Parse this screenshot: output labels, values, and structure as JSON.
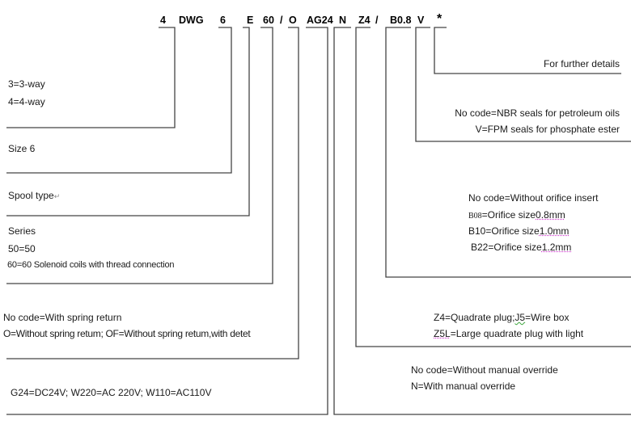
{
  "model_code": {
    "parts": [
      "4",
      "DWG",
      "6",
      "E",
      "60",
      "/",
      "O",
      "AG24",
      "N",
      "Z4",
      "/",
      "B0.8",
      "V",
      "*"
    ]
  },
  "descriptions": {
    "ways": [
      "3=3-way",
      "4=4-way"
    ],
    "size": "Size 6",
    "spool": "Spool type",
    "series": {
      "title": "Series",
      "lines": [
        "50=50",
        "60=60 Solenoid coils with thread connection"
      ]
    },
    "spring": [
      "No code=With spring return",
      "O=Without spring retum; OF=Without spring retum,with detet"
    ],
    "voltage": "G24=DC24V; W220=AC 220V; W110=AC110V",
    "further": "For further details",
    "seals": [
      "No code=NBR seals for petroleum oils",
      "V=FPM seals for phosphate ester"
    ],
    "orifice": {
      "no_code": "No code=Without orifice insert",
      "b08_code": "B08",
      "b08_text": "=Orifice size",
      "b08_size": "0.8mm",
      "b10_text": "B10=Orifice size",
      "b10_size": "1.0mm",
      "b22_text": "B22=Orifice size",
      "b22_size": "1.2mm"
    },
    "plug": {
      "z4_text": "Z4=Quadrate plug;",
      "j5_code": "J5",
      "j5_text": "=Wire box",
      "z5l_code": "Z5L",
      "z5l_text": "=Large quadrate plug with light"
    },
    "manual": [
      "No code=Without manual override",
      "N=With manual override"
    ]
  }
}
